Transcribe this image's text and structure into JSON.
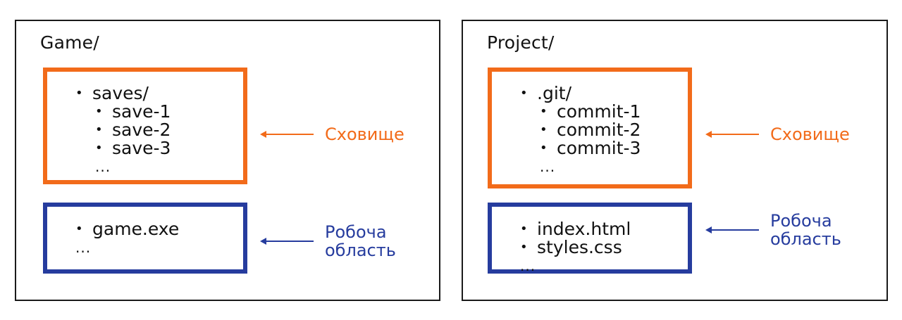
{
  "colors": {
    "storage": "#f26b1a",
    "working_area": "#263c9e",
    "panel_border": "#1a1a1a"
  },
  "left_panel": {
    "title": "Game/",
    "storage": {
      "root": "saves/",
      "children": [
        "save-1",
        "save-2",
        "save-3"
      ],
      "ellipsis": "..."
    },
    "working_area": {
      "items": [
        "game.exe"
      ],
      "ellipsis": "..."
    },
    "storage_label": "Сховище",
    "working_label_line1": "Робоча",
    "working_label_line2": "область"
  },
  "right_panel": {
    "title": "Project/",
    "storage": {
      "root": ".git/",
      "children": [
        "commit-1",
        "commit-2",
        "commit-3"
      ],
      "ellipsis": "..."
    },
    "working_area": {
      "items": [
        "index.html",
        "styles.css"
      ],
      "ellipsis": "..."
    },
    "storage_label": "Сховище",
    "working_label_line1": "Робоча",
    "working_label_line2": "область"
  },
  "icons": {
    "arrow": "left-arrow-icon",
    "bullet": "bullet-icon"
  }
}
